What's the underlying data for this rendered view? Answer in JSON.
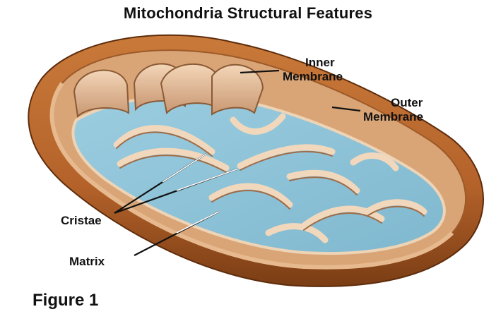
{
  "title": "Mitochondria Structural Features",
  "caption": "Figure 1",
  "labels": {
    "inner_line1": "Inner",
    "inner_line2": "Membrane",
    "outer_line1": "Outer",
    "outer_line2": "Membrane",
    "cristae": "Cristae",
    "matrix": "Matrix"
  },
  "colors": {
    "outer_membrane": "#b8662a",
    "outer_membrane_dark": "#7a3d14",
    "inner_membrane": "#e8c09c",
    "matrix": "#8ec3d8",
    "matrix_light": "#b4dbe8"
  }
}
